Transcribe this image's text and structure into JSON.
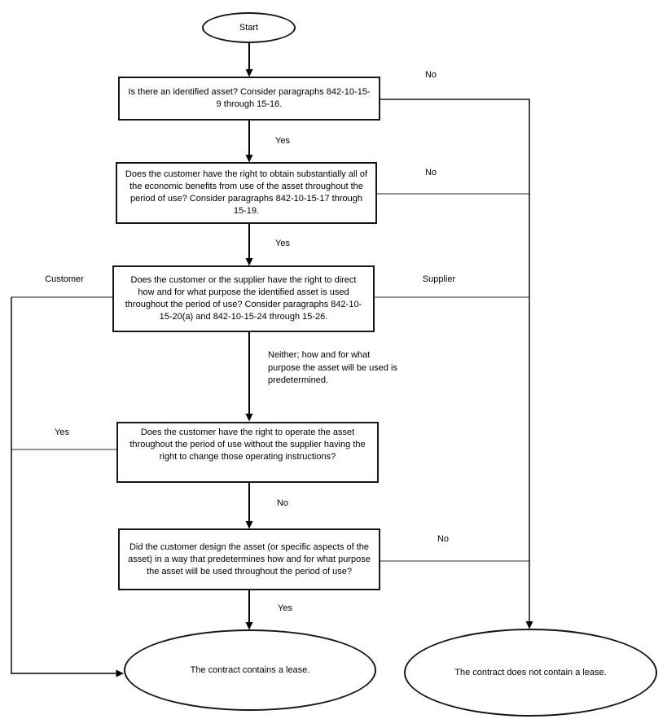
{
  "diagram": {
    "type": "flowchart",
    "topic": "Determining whether a contract contains a lease (ASC 842)"
  },
  "nodes": {
    "start": {
      "label": "Start",
      "shape": "ellipse"
    },
    "q1": {
      "label": "Is there an identified asset? Consider paragraphs 842-10-15-9 through 15-16.",
      "shape": "rect"
    },
    "q2": {
      "label": "Does the customer have the right to obtain substantially all of the economic benefits from use of the asset throughout the period of use?  Consider paragraphs 842-10-15-17 through 15-19.",
      "shape": "rect"
    },
    "q3": {
      "label": "Does the customer or the supplier have the right to direct how and for what purpose the identified asset is used throughout the period of use? Consider paragraphs 842-10-15-20(a) and 842-10-15-24 through 15-26.",
      "shape": "rect"
    },
    "q4": {
      "label": "Does the customer have the right to operate the asset throughout the period of use without the supplier having the right to change those operating instructions?",
      "shape": "rect"
    },
    "q5": {
      "label": "Did the customer design the asset (or specific aspects of the asset) in a way that predetermines how and for what purpose the asset will be used throughout the period of use?",
      "shape": "rect"
    },
    "outcome_lease": {
      "label": "The contract contains a lease.",
      "shape": "ellipse"
    },
    "outcome_no_lease": {
      "label": "The contract does not contain a lease.",
      "shape": "ellipse"
    }
  },
  "edge_labels": {
    "q1_no": "No",
    "q1_yes": "Yes",
    "q2_no": "No",
    "q2_yes": "Yes",
    "q3_customer": "Customer",
    "q3_supplier": "Supplier",
    "q3_neither": "Neither; how and for what purpose the asset will be used is predetermined.",
    "q4_yes": "Yes",
    "q4_no": "No",
    "q5_no": "No",
    "q5_yes": "Yes"
  },
  "colors": {
    "background": "#ffffff",
    "line": "#000000",
    "text": "#000000"
  }
}
